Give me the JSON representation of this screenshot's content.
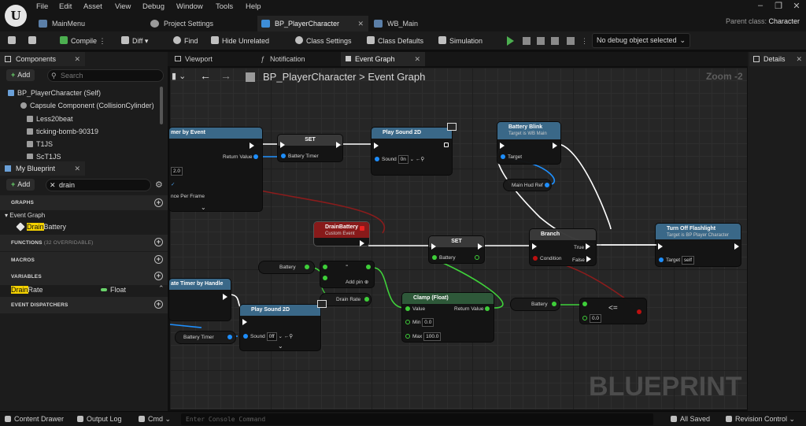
{
  "menu": [
    "File",
    "Edit",
    "Asset",
    "View",
    "Debug",
    "Window",
    "Tools",
    "Help"
  ],
  "tabs": [
    {
      "label": "MainMenu",
      "active": false
    },
    {
      "label": "Project Settings",
      "active": false
    },
    {
      "label": "BP_PlayerCharacter",
      "active": true
    },
    {
      "label": "WB_Main",
      "active": false
    }
  ],
  "parent_class": {
    "label": "Parent class:",
    "value": "Character"
  },
  "toolbar": {
    "compile": "Compile",
    "diff": "Diff",
    "find": "Find",
    "hide_unrelated": "Hide Unrelated",
    "class_settings": "Class Settings",
    "class_defaults": "Class Defaults",
    "simulation": "Simulation",
    "debug_select": "No debug object selected"
  },
  "components": {
    "title": "Components",
    "add": "Add",
    "search_placeholder": "Search",
    "items": [
      "BP_PlayerCharacter (Self)",
      "Capsule Component (CollisionCylinder)",
      "Less20beat",
      "ticking-bomb-90319",
      "T1JS",
      "ScT1JS"
    ]
  },
  "my_blueprint": {
    "title": "My Blueprint",
    "add": "Add",
    "search_value": "drain",
    "graphs": "GRAPHS",
    "event_graph": "Event Graph",
    "drain_hl": "Drain",
    "drain_rest": "Battery",
    "functions": "FUNCTIONS",
    "functions_note": "(32 OVERRIDABLE)",
    "macros": "MACROS",
    "variables": "VARIABLES",
    "var_hl": "Drain",
    "var_rest": "Rate",
    "var_type": "Float",
    "dispatchers": "EVENT DISPATCHERS"
  },
  "graph_tabs": [
    "Viewport",
    "Notification",
    "Event Graph"
  ],
  "details_tab": "Details",
  "breadcrumb": {
    "root": "BP_PlayerCharacter",
    "sep": ">",
    "leaf": "Event Graph"
  },
  "zoom": "Zoom -2",
  "watermark": "BLUEPRINT",
  "nodes": {
    "timer_by_event": {
      "title": "mer by Event",
      "return_value": "Return Value",
      "value": "2.0",
      "per_frame": "nce Per Frame"
    },
    "set1": {
      "title": "SET",
      "pin": "Battery Timer"
    },
    "play_sound1": {
      "title": "Play Sound 2D",
      "sound": "Sound",
      "sound_val": "0n"
    },
    "battery_blink": {
      "title": "Battery Blink",
      "sub": "Target is WB Main",
      "target": "Target"
    },
    "main_hud_ref": {
      "label": "Main Hud Ref"
    },
    "drain_event": {
      "title": "DrainBattery",
      "sub": "Custom Event"
    },
    "set2": {
      "title": "SET",
      "pin": "Battery"
    },
    "branch": {
      "title": "Branch",
      "condition": "Condition",
      "true": "True",
      "false": "False"
    },
    "turn_off": {
      "title": "Turn Off Flashlight",
      "sub": "Target is BP Player Character",
      "target": "Target",
      "self": "self"
    },
    "battery_get1": "Battery",
    "subtract": {
      "title": "-",
      "add_pin": "Add pin"
    },
    "drain_rate_get": "Drain Rate",
    "clamp": {
      "title": "Clamp (Float)",
      "value": "Value",
      "return_value": "Return Value",
      "min": "Min",
      "min_val": "0.0",
      "max": "Max",
      "max_val": "100.0"
    },
    "battery_get2": "Battery",
    "lte": {
      "op": "<=",
      "val": "0.0"
    },
    "timer_by_handle": {
      "title": "ate Timer by Handle"
    },
    "play_sound2": {
      "title": "Play Sound 2D",
      "sound": "Sound",
      "sound_val": "0ff"
    },
    "battery_timer_get": "Battery Timer"
  },
  "statusbar": {
    "content_drawer": "Content Drawer",
    "output_log": "Output Log",
    "cmd": "Cmd",
    "console_placeholder": "Enter Console Command",
    "saved": "All Saved",
    "revision": "Revision Control"
  },
  "colors": {
    "exec_wire": "#ffffff",
    "float_wire": "#3fd23a",
    "object_wire": "#1e90ff",
    "bool_wire": "#8a1c1c",
    "event_head": "#8a1a1a",
    "func_head": "#3b6a8a",
    "set_head": "#3a3a3a"
  }
}
